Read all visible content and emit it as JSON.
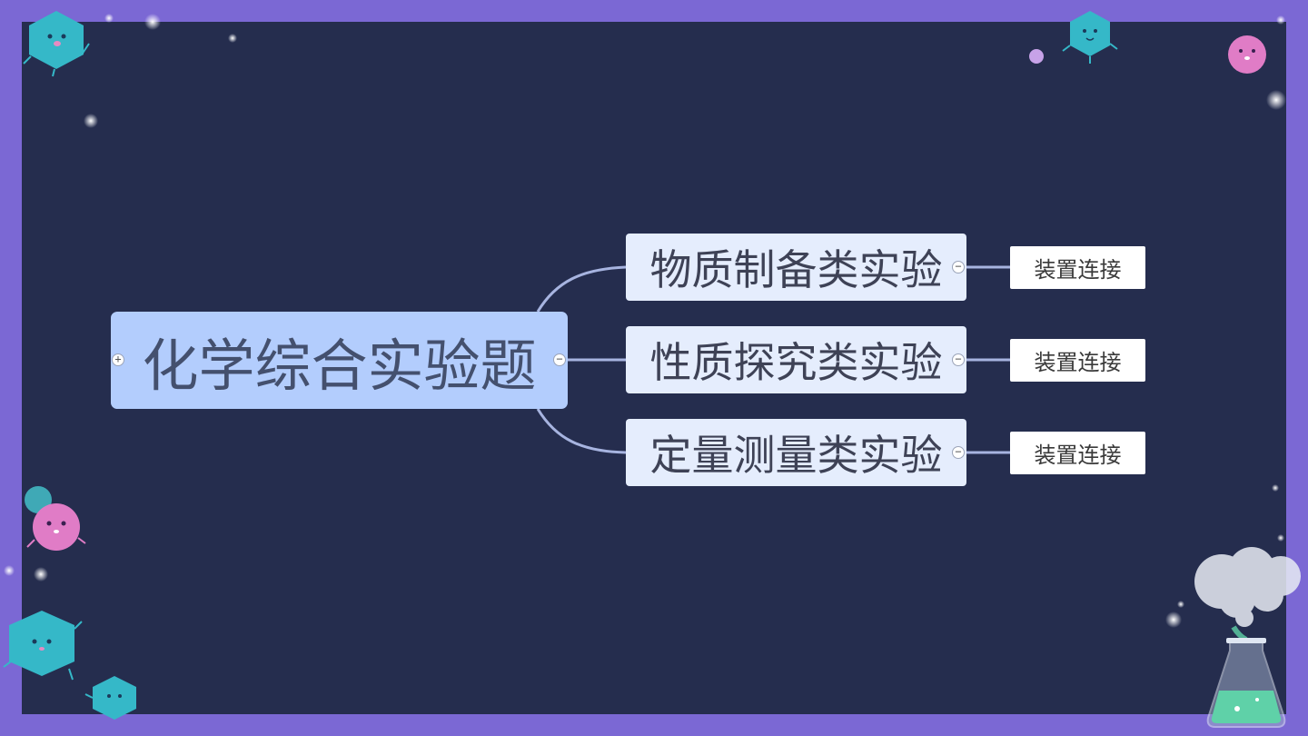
{
  "mindmap": {
    "root": {
      "label": "化学综合实验题"
    },
    "branches": [
      {
        "label": "物质制备类实验",
        "child": "装置连接"
      },
      {
        "label": "性质探究类实验",
        "child": "装置连接"
      },
      {
        "label": "定量测量类实验",
        "child": "装置连接"
      }
    ]
  },
  "colors": {
    "frame": "#7b68d4",
    "background": "#252d4e",
    "root_fill": "#b3cdfd",
    "branch_fill": "#e5edfd",
    "leaf_fill": "#ffffff",
    "connector": "#a7b4e0"
  },
  "decor": [
    "teal-hexagon-creature",
    "pink-ball-creature",
    "lavender-dot",
    "erlenmeyer-flask-with-smoke",
    "sparkle-star"
  ]
}
